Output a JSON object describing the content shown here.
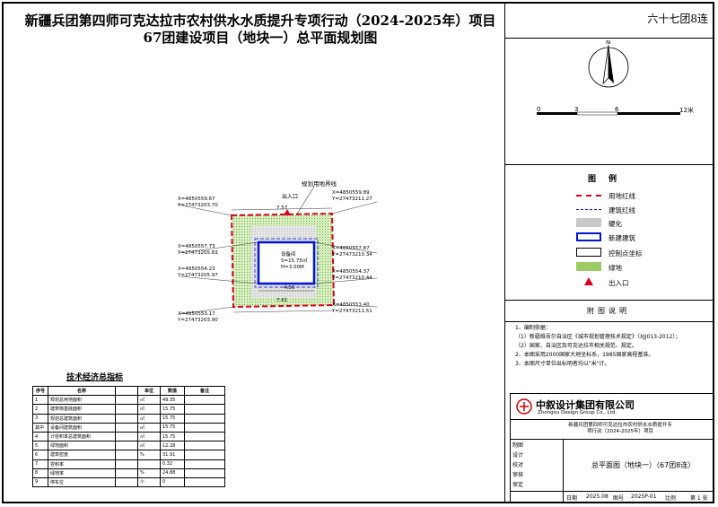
{
  "title": {
    "line1": "新疆兵团第四师可克达拉市农村供水水质提升专项行动（2024-2025年）项目",
    "line2": "67团建设项目（地块一）总平面规划图"
  },
  "corner_label": "六十七团8连",
  "scale": {
    "ticks": [
      "0",
      "3",
      "6",
      "12米"
    ]
  },
  "plan": {
    "boundary_label": "规划用地界线",
    "entrance_label": "出入口",
    "building_name": "设备间",
    "building_area": "S=15.75㎡",
    "building_height": "H=3.00M",
    "dim_top": "7.57",
    "dim_mid": "4.50",
    "dim_bottom": "7.61",
    "coords": [
      {
        "x": "X=4850559.67",
        "y": "Y=27473203.70"
      },
      {
        "x": "X=4850559.89",
        "y": "Y=27473211.27"
      },
      {
        "x": "X=4850557.73",
        "y": "Y=27473205.83"
      },
      {
        "x": "X=4850557.87",
        "y": "Y=27473210.34"
      },
      {
        "x": "X=4850554.23",
        "y": "Y=27473205.97"
      },
      {
        "x": "X=4850554.37",
        "y": "Y=27473210.44"
      },
      {
        "x": "X=4850553.17",
        "y": "Y=27473203.90"
      },
      {
        "x": "X=4850553.40",
        "y": "Y=27473211.51"
      }
    ]
  },
  "legend": {
    "title": "图例",
    "items": [
      {
        "label": "用地红线",
        "color": "#e0001b"
      },
      {
        "label": "建筑红线",
        "color": "#0014d6"
      },
      {
        "label": "硬化",
        "color": "#c8c8c8"
      },
      {
        "label": "新建建筑",
        "color": "#0014d6"
      },
      {
        "label": "控制点坐标",
        "color": "#000000"
      },
      {
        "label": "绿地",
        "color": "#9ccc65"
      },
      {
        "label": "出入口",
        "color": "#e0001b"
      }
    ]
  },
  "notes": {
    "title": "附图说明",
    "lines": [
      "1、编制依据：",
      "（1）新疆维吾尔自治区《城市规划管理技术规定》（XJJ013-2012）；",
      "（2）国家、自治区及可克达拉市相关规范、规定。",
      "2、本图采用2000国家大地坐标系，1985国家高程基准。",
      "3、本图尺寸单位出标明者均以\"米\"计。"
    ]
  },
  "kpi": {
    "title": "技术经济总指标",
    "header": [
      "序号",
      "名称",
      "",
      "单位",
      "数值",
      "备注"
    ],
    "rows": [
      [
        "1",
        "规划总用地面积",
        "",
        "㎡",
        "49.35",
        ""
      ],
      [
        "2",
        "建筑物基底面积",
        "",
        "㎡",
        "15.75",
        ""
      ],
      [
        "3",
        "规划总建筑面积",
        "",
        "㎡",
        "15.75",
        ""
      ],
      [
        "其中",
        "设备间建筑面积",
        "",
        "㎡",
        "15.75",
        ""
      ],
      [
        "4",
        "计容积率总建筑面积",
        "",
        "㎡",
        "15.75",
        ""
      ],
      [
        "5",
        "绿地面积",
        "",
        "㎡",
        "12.28",
        ""
      ],
      [
        "6",
        "建筑密度",
        "",
        "%",
        "31.91",
        ""
      ],
      [
        "7",
        "容积率",
        "",
        "",
        "0.32",
        ""
      ],
      [
        "8",
        "绿地率",
        "",
        "%",
        "24.88",
        ""
      ],
      [
        "9",
        "停车位",
        "",
        "个",
        "0",
        ""
      ]
    ]
  },
  "titleblock": {
    "company_cn": "中叙设计集团有限公司",
    "company_en": "Zhongxu Design Group Co., Ltd.",
    "project": "新疆兵团第四师可克达拉市农村供水水质提升专项行动（2024-2025年）项目",
    "drawing_name": "总平面图（地块一）（67团8连）",
    "roles": [
      "制图",
      "设计",
      "校对",
      "审核",
      "审定"
    ],
    "date_label": "日期",
    "date": "2025.08",
    "drawing_no_label": "图号",
    "drawing_no": "2025P-01",
    "ratio_label": "比例",
    "sheet_label": "第 1 张"
  }
}
